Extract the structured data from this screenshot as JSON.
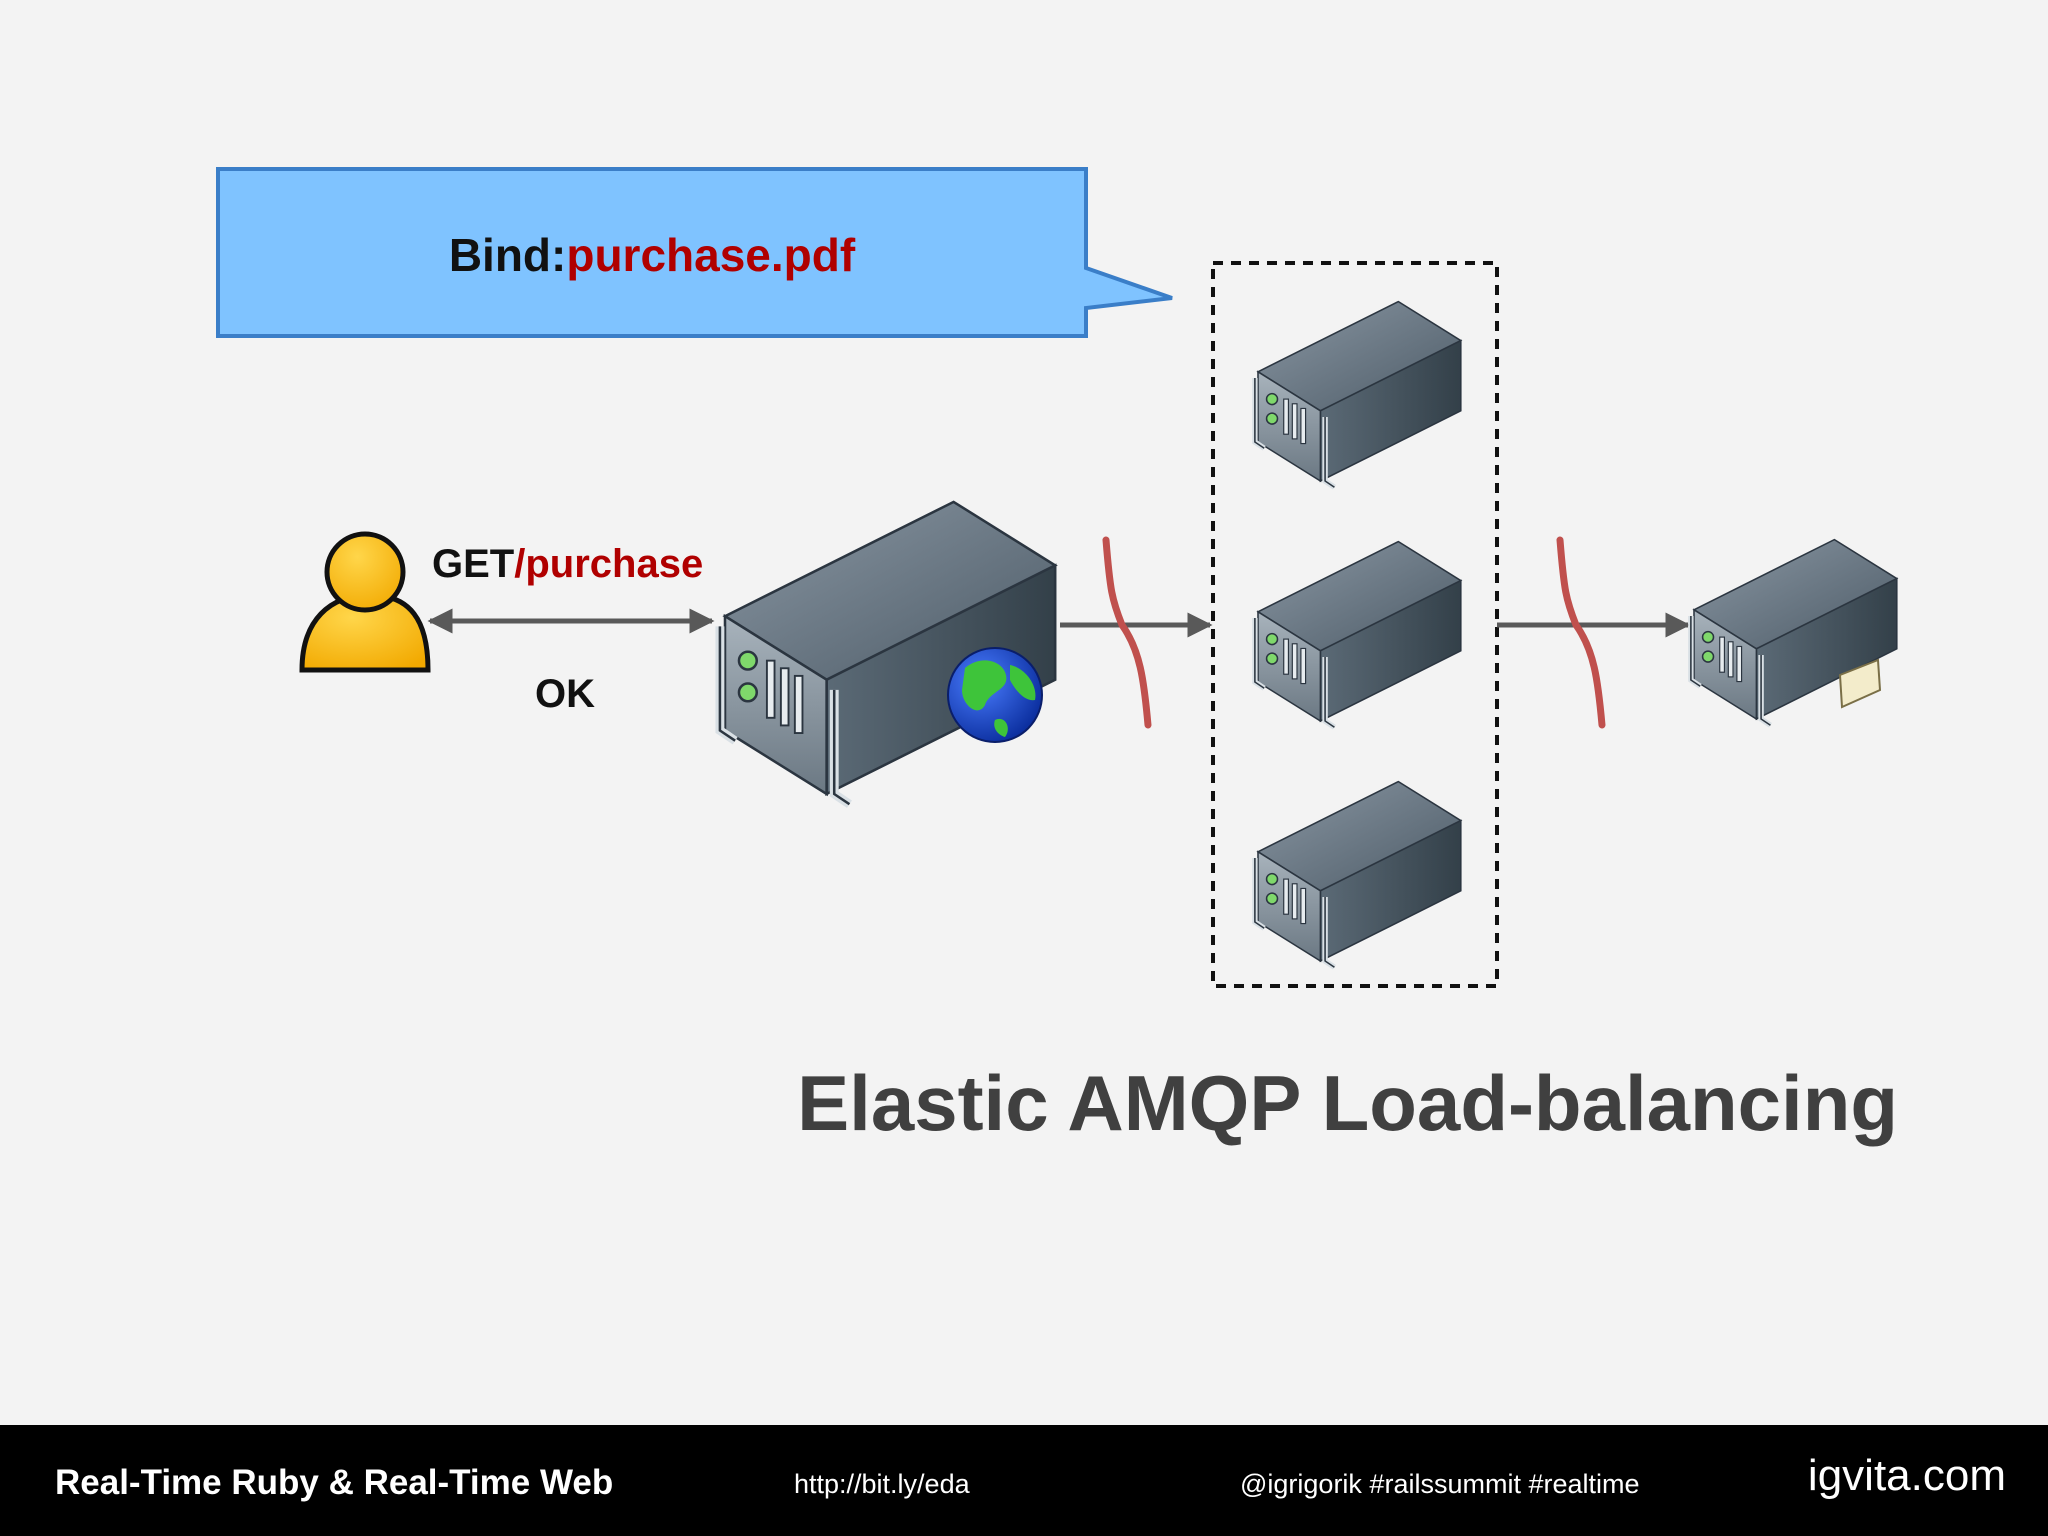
{
  "callout": {
    "prefix": "Bind:",
    "value": "purchase.pdf"
  },
  "request": {
    "method": "GET",
    "path": "/purchase"
  },
  "response": "OK",
  "title": "Elastic AMQP Load-balancing",
  "footer": {
    "title": "Real-Time Ruby & Real-Time Web",
    "link": "http://bit.ly/eda",
    "tags": "@igrigorik #railssummit #realtime",
    "brand": "igvita.com"
  },
  "icons": {
    "user": "user-icon",
    "web_server": "web-server-icon",
    "globe": "globe-icon",
    "worker": "server-icon",
    "mail_server": "mail-server-icon"
  },
  "colors": {
    "callout_fill": "#7fc3ff",
    "callout_border": "#3a7ec8",
    "accent_red": "#b00000",
    "queue_line": "#c0504d",
    "arrow": "#595959"
  }
}
